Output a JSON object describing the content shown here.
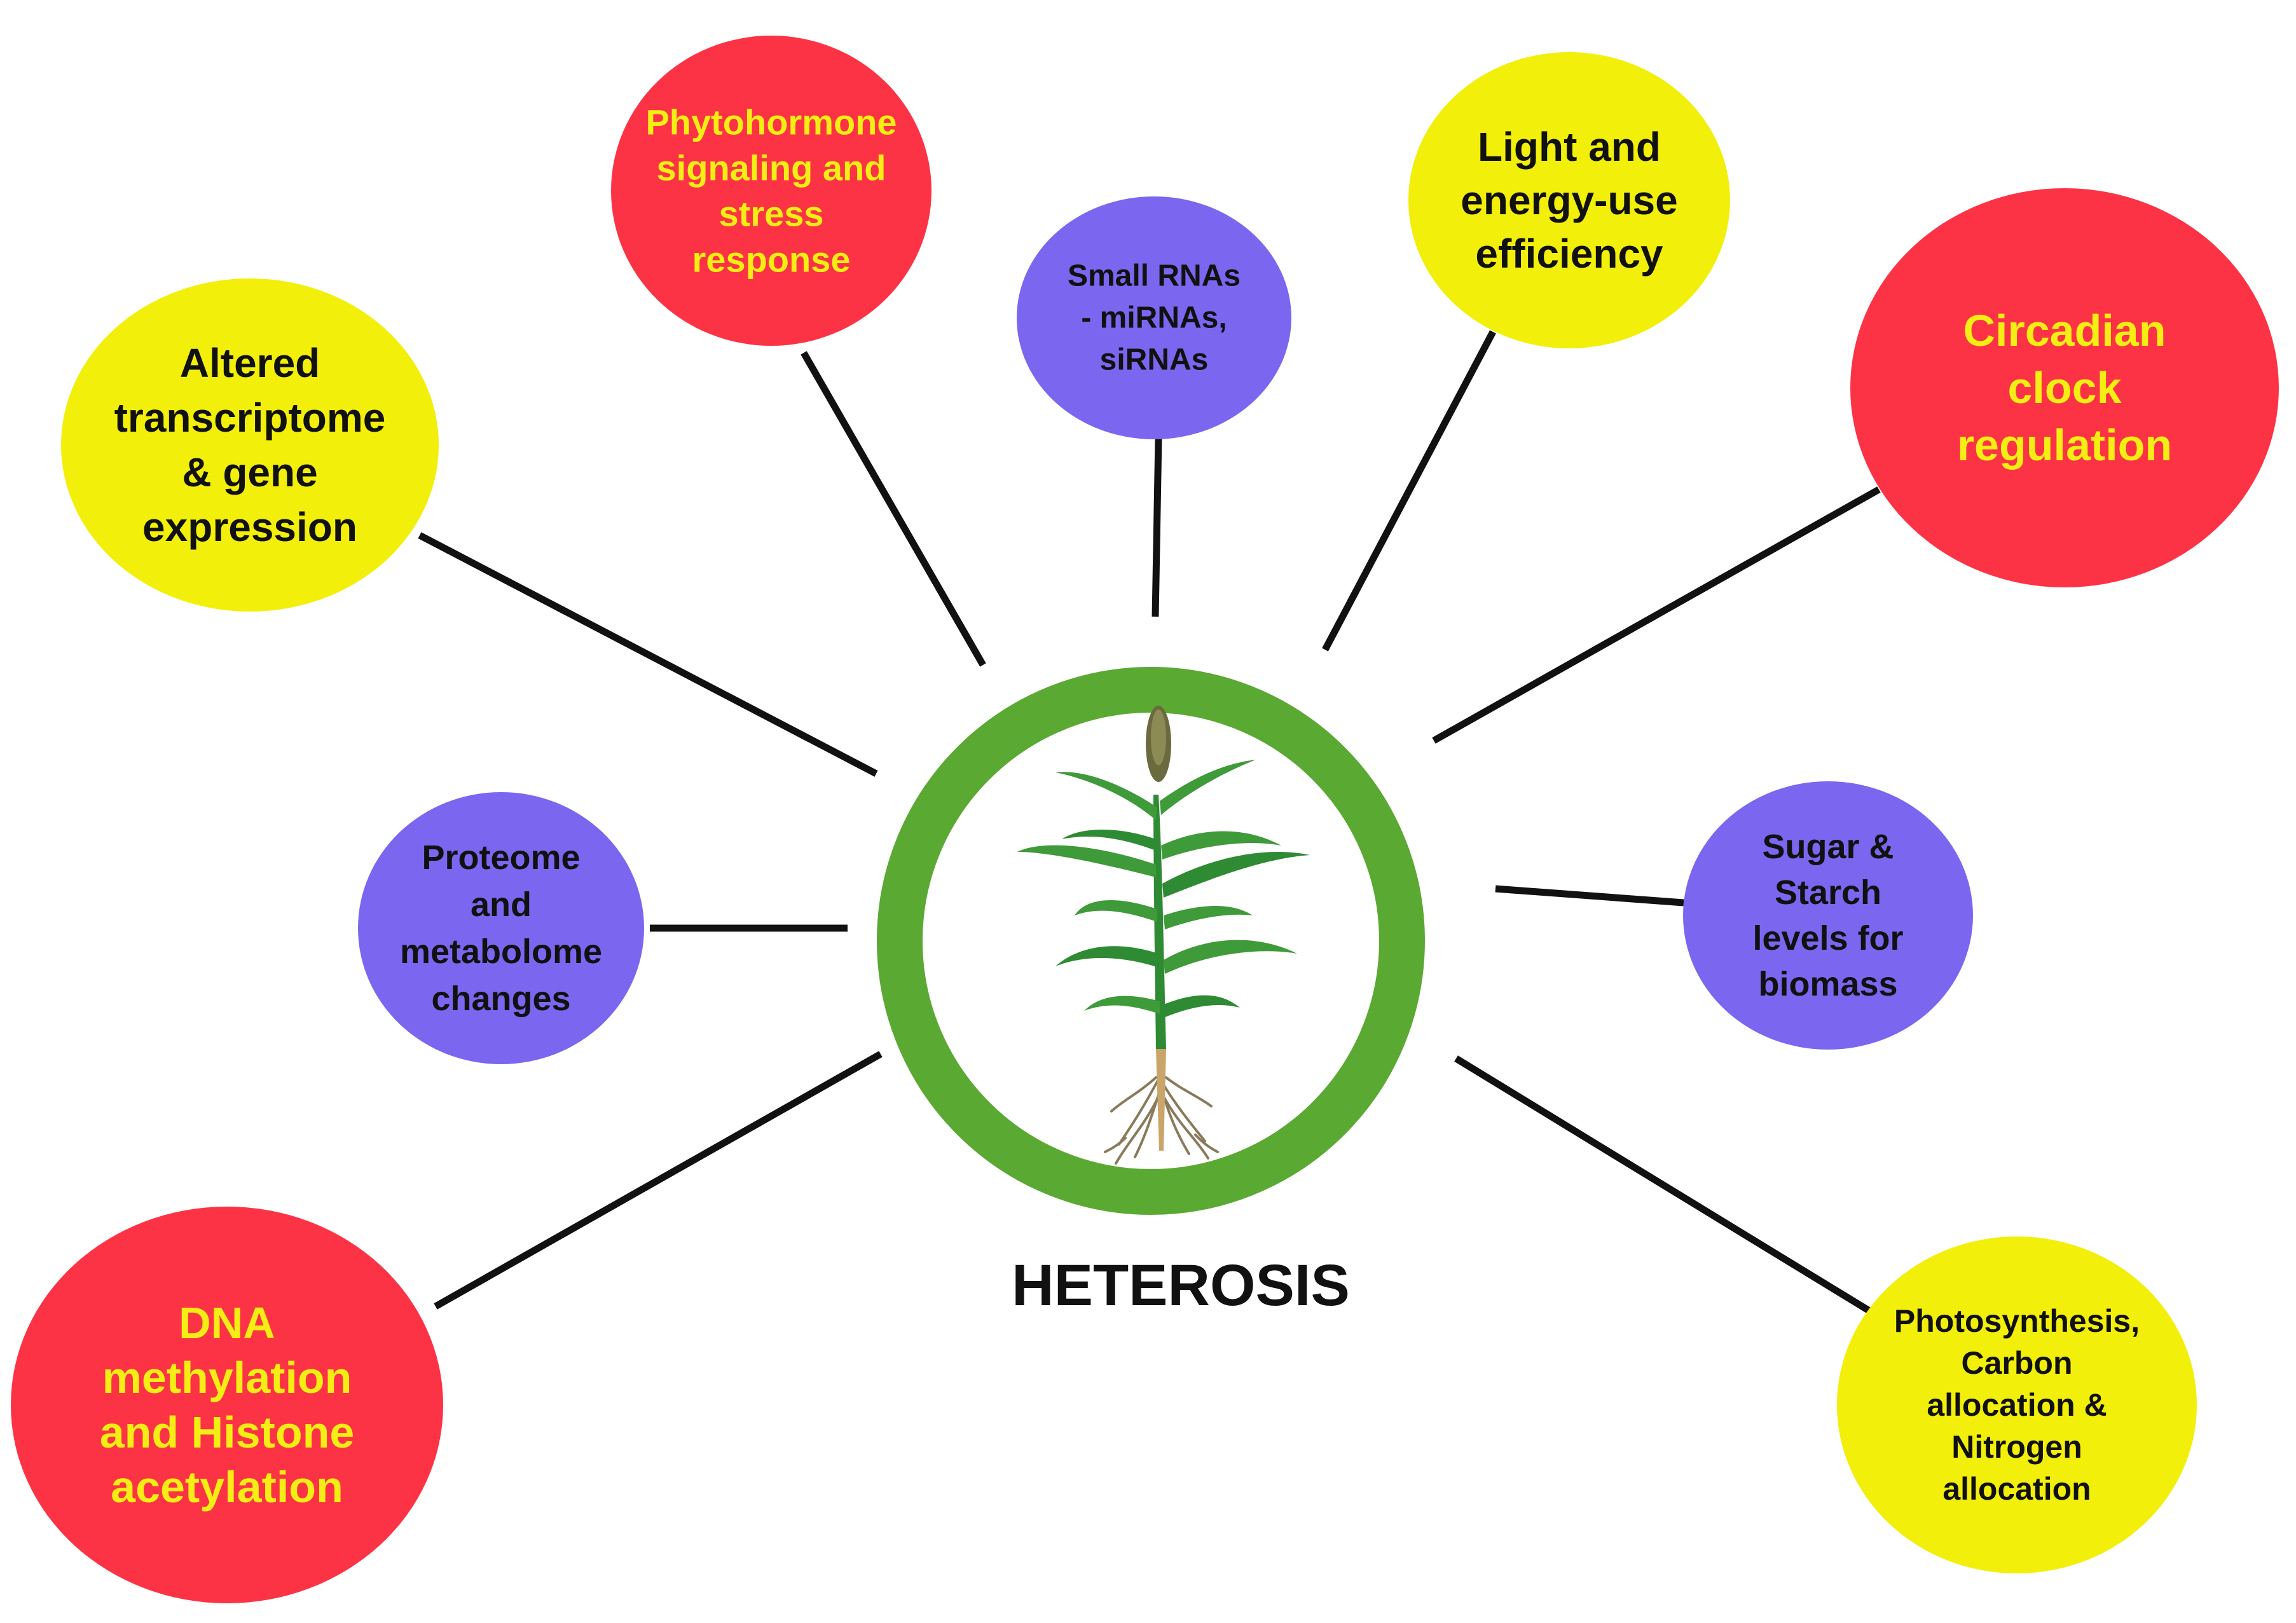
{
  "center": {
    "title": "HETEROSIS",
    "ring_color": "#5aa932",
    "title_color": "#111111"
  },
  "colors": {
    "yellow": "#f2ef0a",
    "red": "#fc3345",
    "purple": "#7b66f0",
    "connector": "#111111",
    "text_dark": "#111111",
    "text_yellow": "#f5ee14"
  },
  "nodes": [
    {
      "id": "altered-transcriptome",
      "fill": "yellow",
      "text_color": "text_dark",
      "lines": [
        "Altered",
        "transcriptome",
        "& gene",
        "expression"
      ]
    },
    {
      "id": "phytohormone",
      "fill": "red",
      "text_color": "text_yellow",
      "lines": [
        "Phytohormone",
        "signaling and",
        "stress",
        "response"
      ]
    },
    {
      "id": "small-rnas",
      "fill": "purple",
      "text_color": "text_dark",
      "lines": [
        "Small RNAs",
        "- miRNAs,",
        "siRNAs"
      ]
    },
    {
      "id": "light-energy",
      "fill": "yellow",
      "text_color": "text_dark",
      "lines": [
        "Light and",
        "energy-use",
        "efficiency"
      ]
    },
    {
      "id": "circadian-clock",
      "fill": "red",
      "text_color": "text_yellow",
      "lines": [
        "Circadian",
        "clock",
        "regulation"
      ]
    },
    {
      "id": "proteome-metabolome",
      "fill": "purple",
      "text_color": "text_dark",
      "lines": [
        "Proteome",
        "and",
        "metabolome",
        "changes"
      ]
    },
    {
      "id": "sugar-starch",
      "fill": "purple",
      "text_color": "text_dark",
      "lines": [
        "Sugar &",
        "Starch",
        "levels for",
        "biomass"
      ]
    },
    {
      "id": "dna-methylation",
      "fill": "red",
      "text_color": "text_yellow",
      "lines": [
        "DNA",
        "methylation",
        "and Histone",
        "acetylation"
      ]
    },
    {
      "id": "photosynthesis",
      "fill": "yellow",
      "text_color": "text_dark",
      "lines": [
        "Photosynthesis,",
        "Carbon",
        "allocation &",
        "Nitrogen",
        "allocation"
      ]
    }
  ]
}
